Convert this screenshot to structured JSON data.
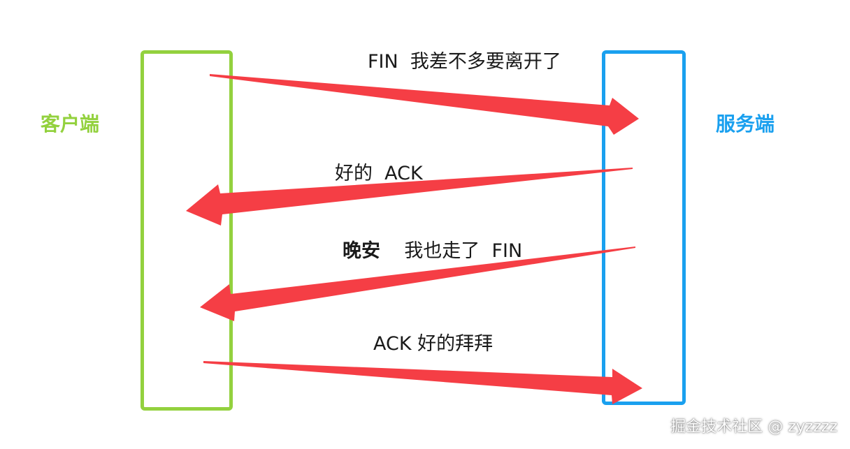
{
  "client": {
    "label": "客户端",
    "color": "#93d13e"
  },
  "server": {
    "label": "服务端",
    "color": "#1aa0ef"
  },
  "arrow_color": "#f53e45",
  "messages": [
    {
      "text": "FIN  我差不多要离开了",
      "direction": "client-to-server"
    },
    {
      "text": "好的  ACK",
      "direction": "server-to-client"
    },
    {
      "bold_text": "晚安",
      "text": "    我也走了  FIN",
      "direction": "server-to-client"
    },
    {
      "text": "ACK 好的拜拜",
      "direction": "client-to-server"
    }
  ],
  "watermark": "掘金技术社区 @ zyzzzz"
}
